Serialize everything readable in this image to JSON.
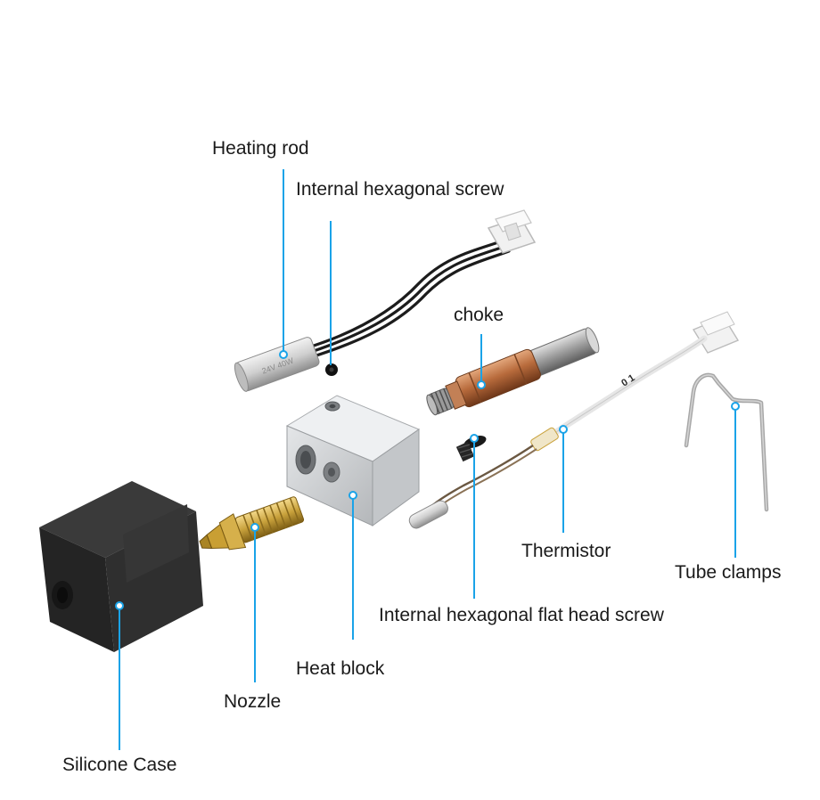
{
  "diagram": {
    "labels": {
      "heating_rod": "Heating rod",
      "internal_hex_screw": "Internal hexagonal screw",
      "choke": "choke",
      "thermistor": "Thermistor",
      "tube_clamps": "Tube clamps",
      "flat_head_screw": "Internal hexagonal flat head screw",
      "heat_block": "Heat block",
      "nozzle": "Nozzle",
      "silicone_case": "Silicone Case"
    },
    "heating_rod_marking": "24V 40W",
    "thermistor_marking": "0 1",
    "colors": {
      "leader": "#1aa3e8",
      "label_text": "#1a1a1a",
      "silicone": "#2b2b2b",
      "aluminum": "#d4d6d8",
      "brass": "#c9a23c",
      "copper": "#b86b3c",
      "steel": "#b8b8b8",
      "wire": "#1c1c1c"
    }
  }
}
